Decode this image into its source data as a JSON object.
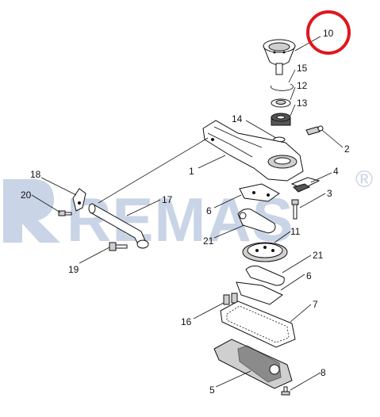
{
  "watermark": {
    "brand": "REMAS",
    "registered": "®"
  },
  "callouts": [
    {
      "id": "c10",
      "text": "10",
      "highlighted": true
    },
    {
      "id": "c15",
      "text": "15"
    },
    {
      "id": "c12",
      "text": "12"
    },
    {
      "id": "c13",
      "text": "13"
    },
    {
      "id": "c14",
      "text": "14"
    },
    {
      "id": "c2",
      "text": "2"
    },
    {
      "id": "c1",
      "text": "1"
    },
    {
      "id": "c4",
      "text": "4"
    },
    {
      "id": "c18",
      "text": "18"
    },
    {
      "id": "c20",
      "text": "20"
    },
    {
      "id": "c17",
      "text": "17"
    },
    {
      "id": "c3",
      "text": "3"
    },
    {
      "id": "c6a",
      "text": "6"
    },
    {
      "id": "c21a",
      "text": "21"
    },
    {
      "id": "c11",
      "text": "11"
    },
    {
      "id": "c19",
      "text": "19"
    },
    {
      "id": "c21b",
      "text": "21"
    },
    {
      "id": "c6b",
      "text": "6"
    },
    {
      "id": "c7",
      "text": "7"
    },
    {
      "id": "c16",
      "text": "16"
    },
    {
      "id": "c8",
      "text": "8"
    },
    {
      "id": "c5",
      "text": "5"
    }
  ],
  "colors": {
    "highlight_ring": "#e0161d",
    "watermark": "#c9d4e6",
    "ink": "#111111"
  }
}
